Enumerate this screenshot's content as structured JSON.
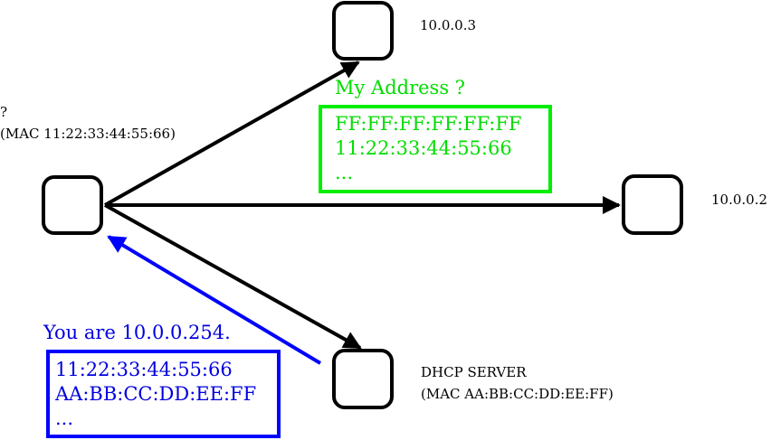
{
  "nodes": {
    "client": {
      "label": "?",
      "mac": "(MAC 11:22:33:44:55:66)"
    },
    "host_a": {
      "label": "10.0.0.3"
    },
    "host_b": {
      "label": "10.0.0.2"
    },
    "dhcp": {
      "label": "DHCP SERVER",
      "mac": "(MAC AA:BB:CC:DD:EE:FF)"
    }
  },
  "request": {
    "title": "My Address ?",
    "lines": [
      "FF:FF:FF:FF:FF:FF",
      "11:22:33:44:55:66",
      "..."
    ],
    "color": "#00ee00"
  },
  "reply": {
    "title": "You are 10.0.0.254.",
    "lines": [
      "11:22:33:44:55:66",
      "AA:BB:CC:DD:EE:FF",
      "..."
    ],
    "color": "#0000ff"
  }
}
